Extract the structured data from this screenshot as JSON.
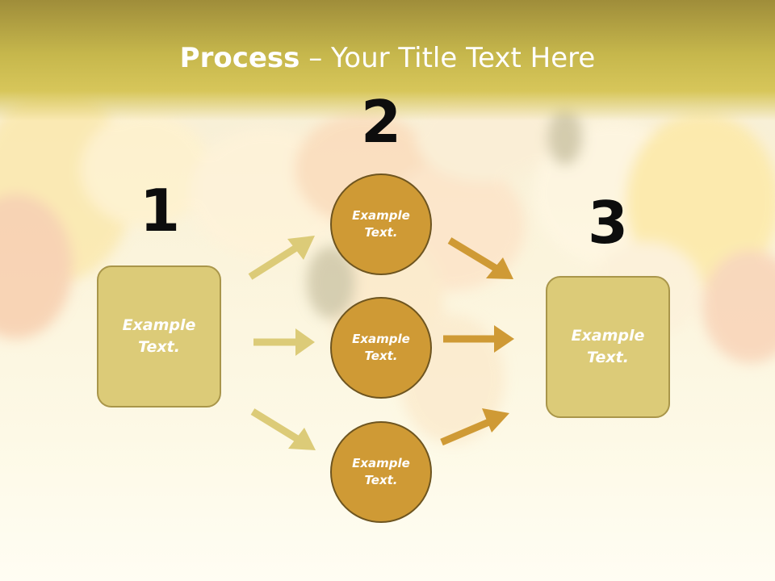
{
  "slide": {
    "title_bold": "Process",
    "title_separator": " – ",
    "title_rest": "Your Title Text Here"
  },
  "steps": {
    "step1_number": "1",
    "step2_number": "2",
    "step3_number": "3"
  },
  "nodes": {
    "left_box_text": "Example Text.",
    "circle_top_text": "Example Text.",
    "circle_middle_text": "Example Text.",
    "circle_bottom_text": "Example Text.",
    "right_box_text": "Example Text."
  },
  "colors": {
    "title_band": "#c6b74c",
    "box_fill": "#dccb78",
    "box_border": "#a9964a",
    "circle_fill": "#cf9a35",
    "circle_border": "#6e5520",
    "arrow_light": "#dccb78",
    "arrow_dark": "#cf9a35"
  }
}
